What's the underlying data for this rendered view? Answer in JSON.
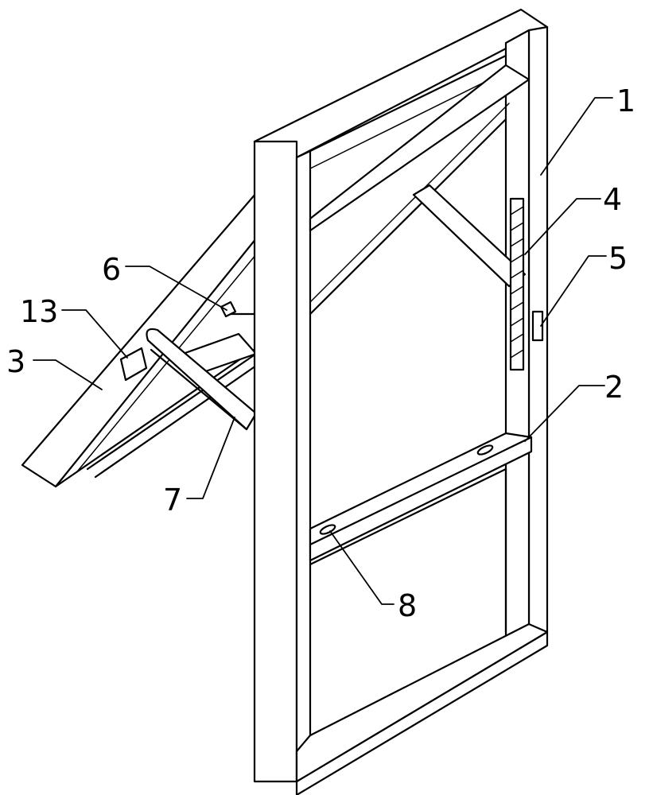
{
  "labels": {
    "l1": "1",
    "l2": "2",
    "l3": "3",
    "l4": "4",
    "l5": "5",
    "l6": "6",
    "l7": "7",
    "l8": "8",
    "l13": "13"
  },
  "colors": {
    "line": "#000000",
    "background": "#ffffff"
  }
}
